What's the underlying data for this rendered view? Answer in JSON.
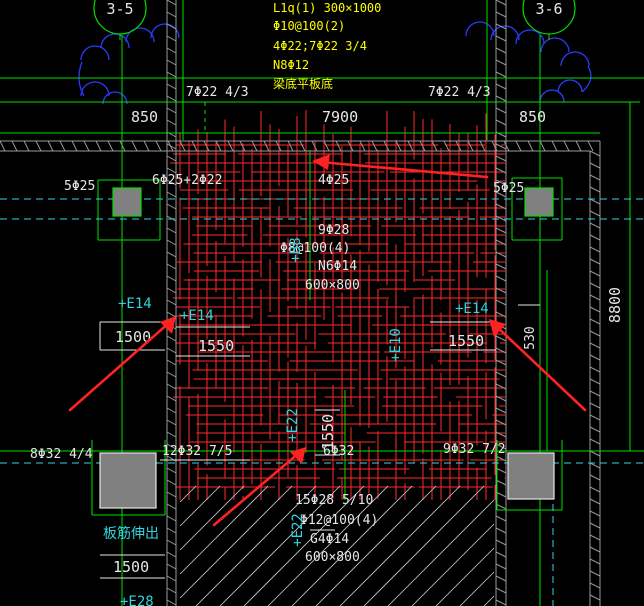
{
  "colors": {
    "background": "#000000",
    "rebar_red": "#ff2a2a",
    "grid_green": "#00e000",
    "dim_white": "#e6e6e6",
    "cyan": "#2fd6e0",
    "yellow": "#ffff00",
    "blue_cloud": "#2b3cff",
    "arrow_red": "#ff2222",
    "wall_grey": "#9a9a9a",
    "column_grey": "#808080"
  },
  "axes": {
    "left_label": "3-5",
    "right_label": "3-6"
  },
  "beam_note": {
    "line1": "L1q(1) 300×1000",
    "line2": "Φ10@100(2)",
    "line3": "4Φ22;7Φ22 3/4",
    "line4": "N8Φ12",
    "line5": "梁底平板底"
  },
  "top_rebar": {
    "left": "7Φ22 4/3",
    "right": "7Φ22 4/3"
  },
  "dims": {
    "left_850": "850",
    "right_850": "850",
    "top_7900": "7900",
    "right_8800": "8800",
    "left_1500": "1500",
    "bottom_1500": "1500",
    "left_1550": "1550",
    "right_1550": "1550",
    "vertical_1550": "1550",
    "right_530": "530"
  },
  "labels": {
    "col_left": "5Φ25",
    "col_right": "5Φ25",
    "top_mid": "6Φ25+2Φ22",
    "center_4phi25": "4Φ25",
    "beam_9phi28": "9Φ28",
    "beam_stirrup": "Φ8@100(4)",
    "beam_n6": "N6Φ14",
    "beam_size": "600×800",
    "beam_b8": "+B8",
    "e14_left_a": "+E14",
    "e14_left_b": "+E14",
    "e14_right": "+E14",
    "e10": "+E10",
    "e22": "+E22",
    "e22_bottom": "+E22",
    "e28": "+E28",
    "bot_left_8phi32": "8Φ32 4/4",
    "bot_12phi32": "12Φ32 7/5",
    "bot_6phi32": "6Φ32",
    "bot_9phi32": "9Φ32 7/2",
    "bot_15phi28": "15Φ28 5/10",
    "bot_stirrup": "Φ12@100(4)",
    "bot_n": "G4Φ14",
    "bot_size": "600×800",
    "slab_rebar": "板筋伸出"
  }
}
